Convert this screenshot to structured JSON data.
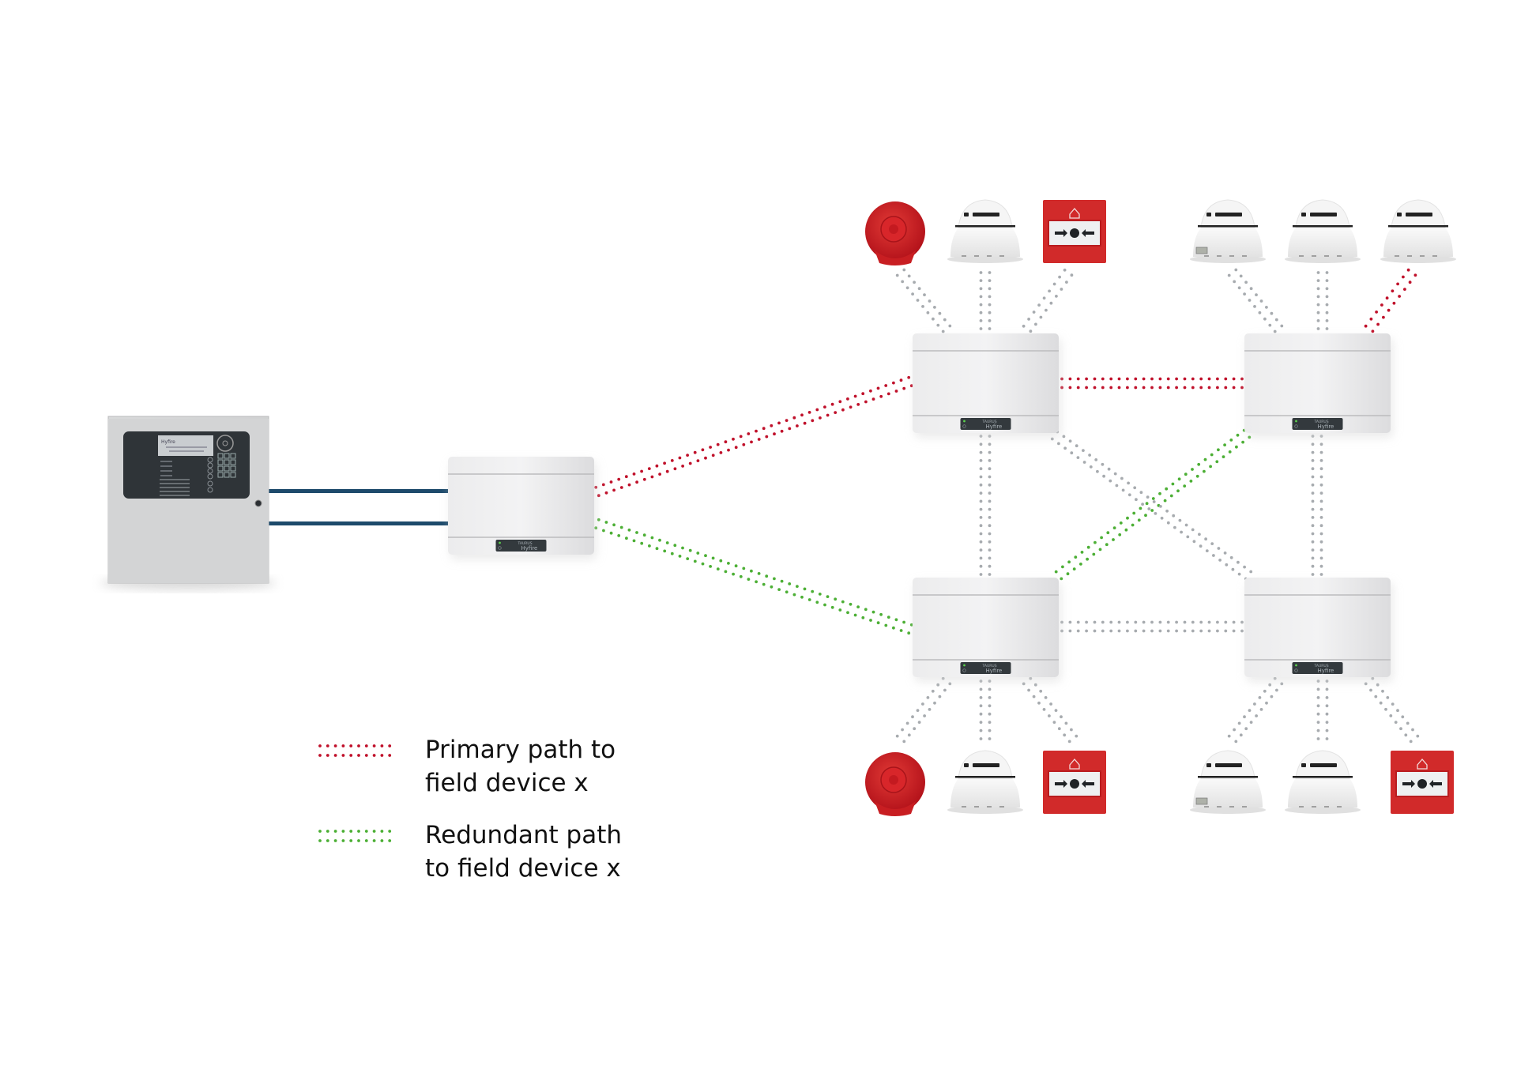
{
  "colors": {
    "primary": "#c0112b",
    "redundant": "#4caf35",
    "neutral": "#a7abaf",
    "bus": "#1d4a6b",
    "device_red": "#d12a2a"
  },
  "panel": {
    "brand": "Hyfire",
    "icon": "fire-panel-icon"
  },
  "module_badge": {
    "model": "TAURUS",
    "brand": "Hyfire"
  },
  "modules": [
    {
      "id": "loop-module",
      "name": "center-module"
    },
    {
      "id": "top-left",
      "name": "module-top-left"
    },
    {
      "id": "top-right",
      "name": "module-top-right"
    },
    {
      "id": "bottom-left",
      "name": "module-bottom-left"
    },
    {
      "id": "bottom-right",
      "name": "module-bottom-right"
    }
  ],
  "devices": {
    "top": [
      {
        "type": "sounder",
        "icon": "sounder-icon"
      },
      {
        "type": "smoke-detector",
        "icon": "smoke-detector-icon"
      },
      {
        "type": "call-point",
        "icon": "manual-call-point-icon"
      },
      {
        "type": "smoke-detector",
        "icon": "smoke-detector-icon"
      },
      {
        "type": "smoke-detector",
        "icon": "smoke-detector-icon"
      },
      {
        "type": "smoke-detector",
        "icon": "smoke-detector-icon"
      }
    ],
    "bottom": [
      {
        "type": "sounder",
        "icon": "sounder-icon"
      },
      {
        "type": "smoke-detector",
        "icon": "smoke-detector-icon"
      },
      {
        "type": "call-point",
        "icon": "manual-call-point-icon"
      },
      {
        "type": "smoke-detector",
        "icon": "smoke-detector-icon"
      },
      {
        "type": "smoke-detector",
        "icon": "smoke-detector-icon"
      },
      {
        "type": "call-point",
        "icon": "manual-call-point-icon"
      }
    ]
  },
  "connections": [
    {
      "from": "loop-module",
      "to": "top-left",
      "kind": "primary"
    },
    {
      "from": "top-left",
      "to": "top-right",
      "kind": "primary"
    },
    {
      "from": "top-right",
      "to": "top-device-6",
      "kind": "primary"
    },
    {
      "from": "loop-module",
      "to": "bottom-left",
      "kind": "redundant"
    },
    {
      "from": "bottom-left",
      "to": "top-right",
      "kind": "redundant"
    },
    {
      "from": "top-left",
      "to": "bottom-right",
      "kind": "neutral"
    },
    {
      "from": "top-left",
      "to": "bottom-left",
      "kind": "neutral"
    },
    {
      "from": "top-right",
      "to": "bottom-right",
      "kind": "neutral"
    },
    {
      "from": "bottom-left",
      "to": "bottom-right",
      "kind": "neutral"
    }
  ],
  "legend": {
    "primary": {
      "line1": "Primary path to",
      "line2": "field device x"
    },
    "redundant": {
      "line1": "Redundant path",
      "line2": "to field device x"
    }
  }
}
